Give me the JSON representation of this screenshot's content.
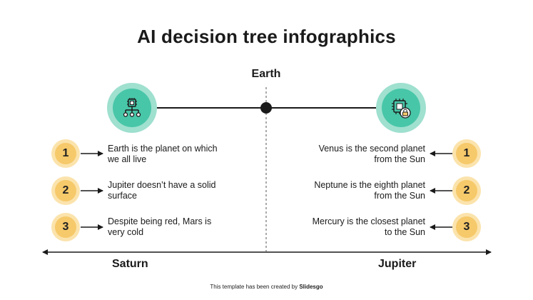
{
  "title": "AI decision tree infographics",
  "center": {
    "label": "Earth"
  },
  "left": {
    "axis_label": "Saturn",
    "node_icon": "ai-network-chip-icon",
    "items": [
      {
        "number": "1",
        "text": "Earth is the planet on which we all live"
      },
      {
        "number": "2",
        "text": "Jupiter doesn’t have a solid surface"
      },
      {
        "number": "3",
        "text": "Despite being red, Mars is very cold"
      }
    ]
  },
  "right": {
    "axis_label": "Jupiter",
    "node_icon": "chip-lock-icon",
    "items": [
      {
        "number": "1",
        "text": "Venus is the second planet from the Sun"
      },
      {
        "number": "2",
        "text": "Neptune is the eighth planet from the Sun"
      },
      {
        "number": "3",
        "text": "Mercury is the closest planet to the Sun"
      }
    ]
  },
  "footer": {
    "prefix": "This template has been created by",
    "brand": "Slidesgo"
  },
  "colors": {
    "teal_outer": "#9fe0cf",
    "teal_inner": "#48c6a8",
    "badge_outer": "#fbe3ac",
    "badge_inner": "#f6c96a",
    "line": "#1a1a1a"
  }
}
